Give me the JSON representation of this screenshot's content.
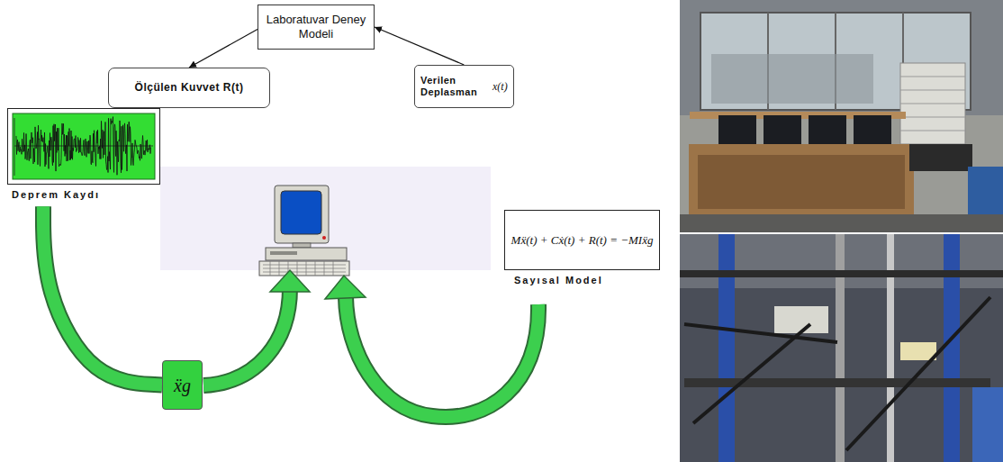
{
  "diagram": {
    "nodes": [
      {
        "text": [
          "Laboratuvar Deney Modeli"
        ]
      },
      {
        "text": [
          "Ölçülen Kuvvet R(t)"
        ]
      },
      {
        "text": [
          "Verilen Deplasman",
          "x(t)"
        ]
      },
      {
        "text": [
          "Deprem Kaydı"
        ]
      },
      {
        "text": [
          "Mẍ(t) + Cẋ(t) + R(t) = −MIẍg",
          "Sayısal Model"
        ]
      },
      {
        "text": [
          "ẍg"
        ]
      }
    ],
    "edges": [
      {
        "from": 0,
        "to": 1,
        "arrow": "to"
      },
      {
        "from": 2,
        "to": 0,
        "arrow": "to"
      },
      {
        "from": 3,
        "to": 5,
        "arrow": "none"
      }
    ]
  }
}
